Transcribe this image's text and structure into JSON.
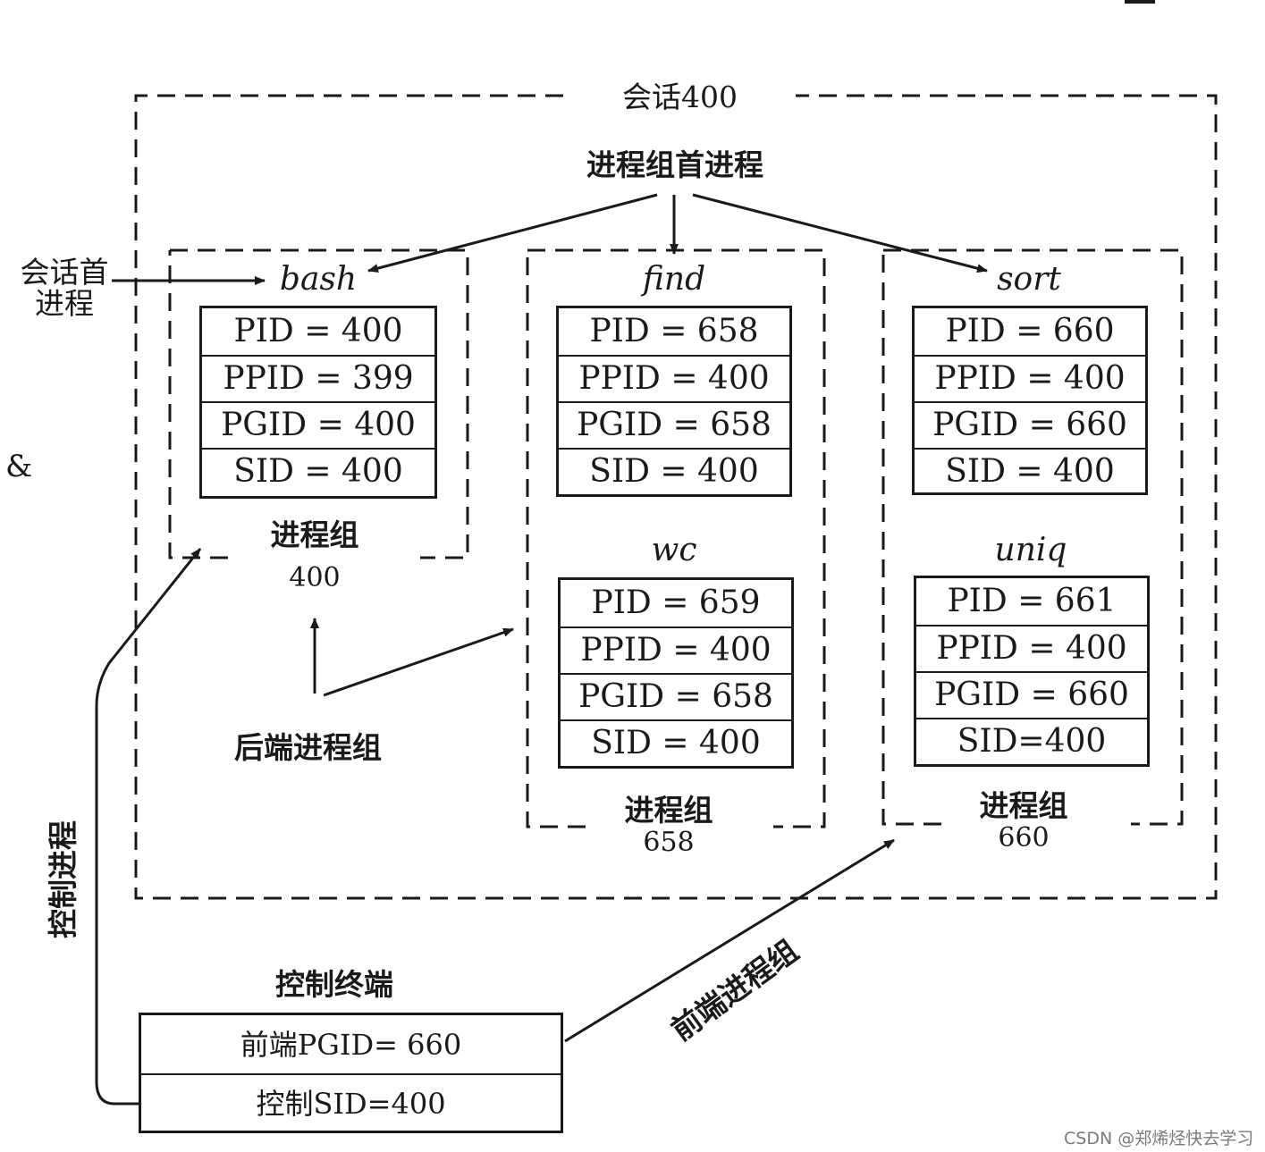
{
  "session": {
    "label": "会话400"
  },
  "labels": {
    "group_leader": "进程组首进程",
    "session_leader_line1": "会话首",
    "session_leader_line2": "进程",
    "ampersand": "&",
    "background_groups": "后端进程组",
    "controlling_process": "控制进程",
    "controlling_terminal": "控制终端",
    "foreground_group": "前端进程组"
  },
  "groups": [
    {
      "name": "进程组",
      "id": "400",
      "processes": [
        {
          "name": "bash",
          "rows": [
            "PID = 400",
            "PPID = 399",
            "PGID = 400",
            "SID = 400"
          ]
        }
      ]
    },
    {
      "name": "进程组",
      "id": "658",
      "processes": [
        {
          "name": "find",
          "rows": [
            "PID = 658",
            "PPID = 400",
            "PGID = 658",
            "SID = 400"
          ]
        },
        {
          "name": "wc",
          "rows": [
            "PID = 659",
            "PPID = 400",
            "PGID = 658",
            "SID = 400"
          ]
        }
      ]
    },
    {
      "name": "进程组",
      "id": "660",
      "processes": [
        {
          "name": "sort",
          "rows": [
            "PID = 660",
            "PPID = 400",
            "PGID = 660",
            "SID = 400"
          ]
        },
        {
          "name": "uniq",
          "rows": [
            "PID = 661",
            "PPID = 400",
            "PGID = 660",
            "SID=400"
          ]
        }
      ]
    }
  ],
  "terminal": {
    "foreground_pgid": "前端PGID=  660",
    "control_sid": "控制SID=400"
  },
  "watermark": "CSDN @郑烯烃快去学习"
}
